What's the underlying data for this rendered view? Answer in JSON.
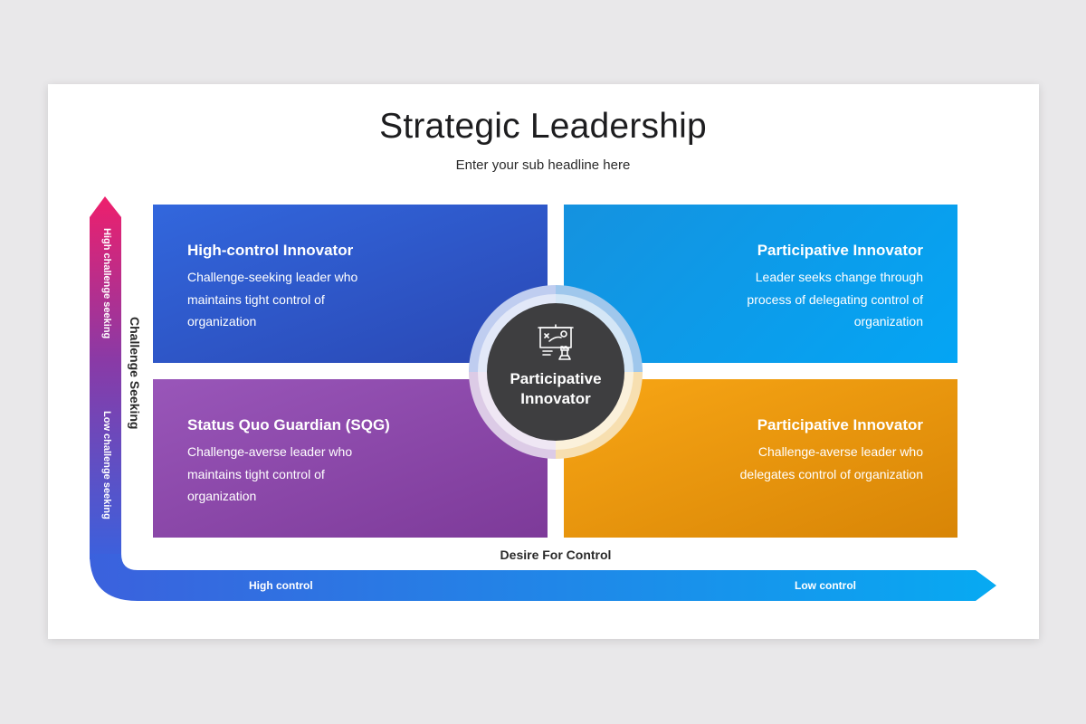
{
  "header": {
    "title": "Strategic Leadership",
    "subtitle": "Enter your sub headline here"
  },
  "quadrants": [
    {
      "title": "High-control Innovator",
      "text": "Challenge-seeking leader who maintains tight control of organization",
      "color": "#2f5ccf"
    },
    {
      "title": "Participative Innovator",
      "text": "Leader seeks change through process of delegating control of organization",
      "color": "#0c9ce9"
    },
    {
      "title": "Status Quo Guardian (SQG)",
      "text": "Challenge-averse leader who maintains tight control of organization",
      "color": "#8c48a9"
    },
    {
      "title": "Participative Innovator",
      "text": "Challenge-averse leader who delegates control of organization",
      "color": "#ea960e"
    }
  ],
  "center": {
    "label": "Participative Innovator",
    "icon": "presentation-board-chess-icon"
  },
  "axes": {
    "y_title": "Challenge Seeking",
    "y_high": "High challenge seeking",
    "y_low": "Low challenge seeking",
    "x_title": "Desire For Control",
    "x_high": "High control",
    "x_low": "Low control"
  },
  "colors": {
    "arrow_pink": "#ee1f6c",
    "arrow_blue": "#3b61dd",
    "arrow_light_blue": "#07aaf2"
  }
}
